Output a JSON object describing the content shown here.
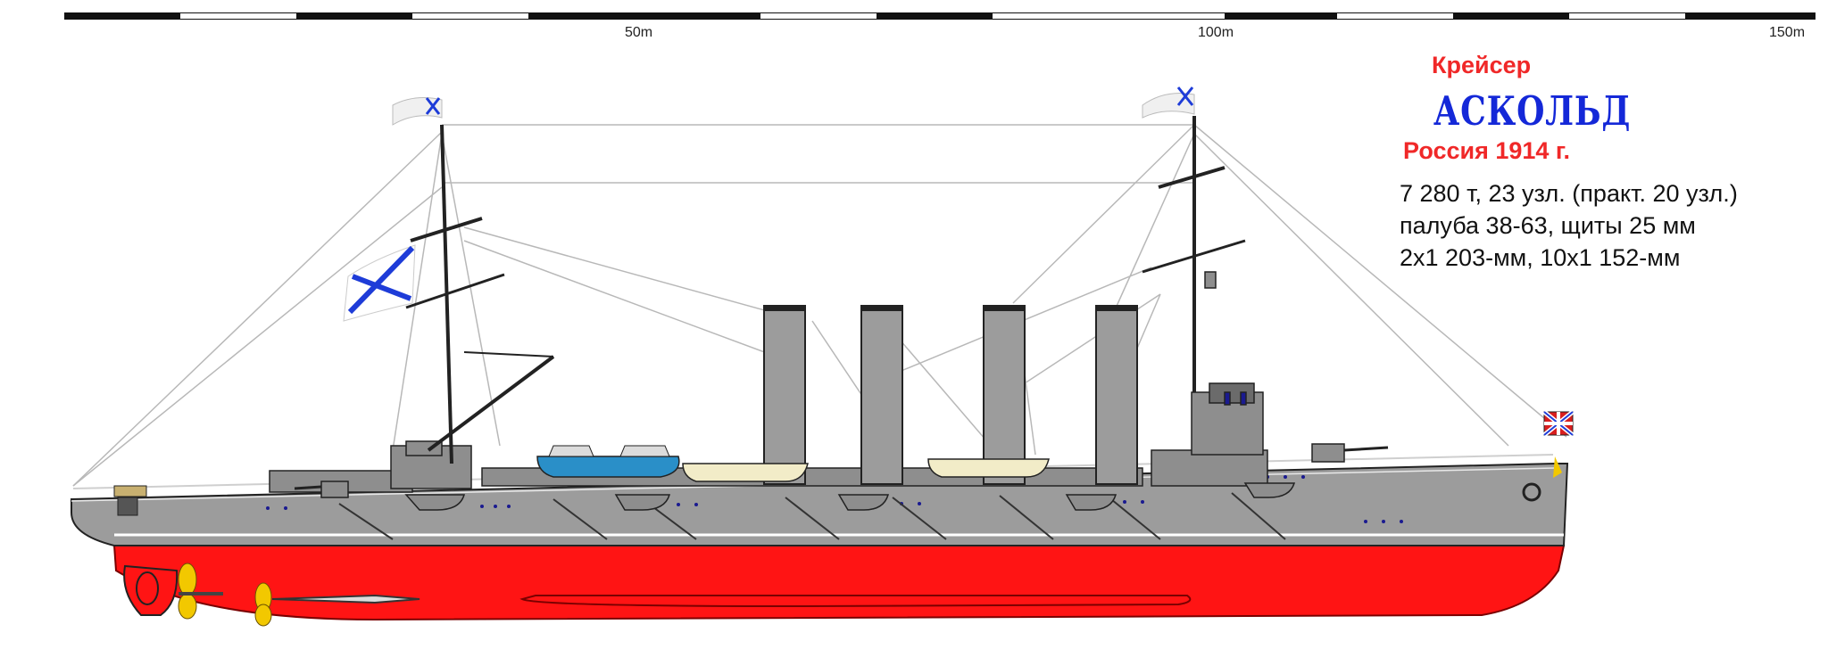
{
  "scale": {
    "labels": [
      "50m",
      "100m",
      "150m"
    ]
  },
  "info": {
    "kind": "Крейсер",
    "name": "АСКОЛЬД",
    "country": "Россия 1914 г.",
    "specs": [
      "7 280 т, 23 узл. (практ. 20 узл.)",
      "палуба 38-63, щиты 25 мм",
      "2x1 203-мм, 10x1 152-мм"
    ]
  },
  "colors": {
    "hull": "#9c9c9c",
    "underwater": "#ff1414",
    "superstructure": "#8e8e8e",
    "boat_blue": "#2a8fc8",
    "boat_cream": "#f2ecc8",
    "flag_blue": "#1e3cd8",
    "title_red": "#f02828",
    "name_blue": "#1428d8"
  }
}
